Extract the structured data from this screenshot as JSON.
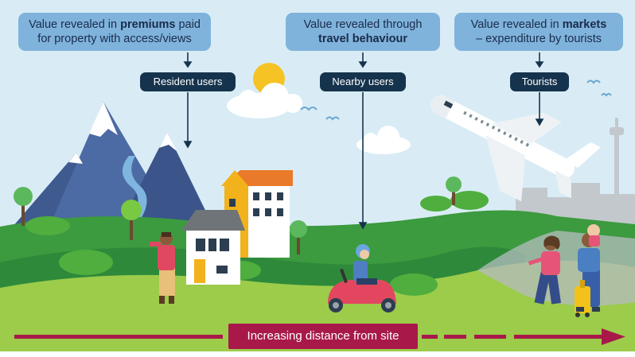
{
  "callouts": [
    {
      "pre": "Value revealed in ",
      "bold": "premiums",
      "post": " paid",
      "line2": "for property with access/views",
      "bold2": ""
    },
    {
      "pre": "Value revealed through",
      "bold": "",
      "post": "",
      "line2": "",
      "bold2": "travel behaviour"
    },
    {
      "pre": "Value revealed in ",
      "bold": "markets",
      "post": "",
      "line2": "– expenditure by tourists",
      "bold2": ""
    }
  ],
  "user_groups": [
    "Resident users",
    "Nearby users",
    "Tourists"
  ],
  "distance_label": "Increasing distance from site",
  "colors": {
    "callout_bg": "#7fb3dc",
    "pill_bg": "#16334d",
    "arrow": "#a8194a",
    "sky": "#d9ecf5",
    "grass_light": "#9ccc4a",
    "grass_dark": "#2e8a3a"
  }
}
